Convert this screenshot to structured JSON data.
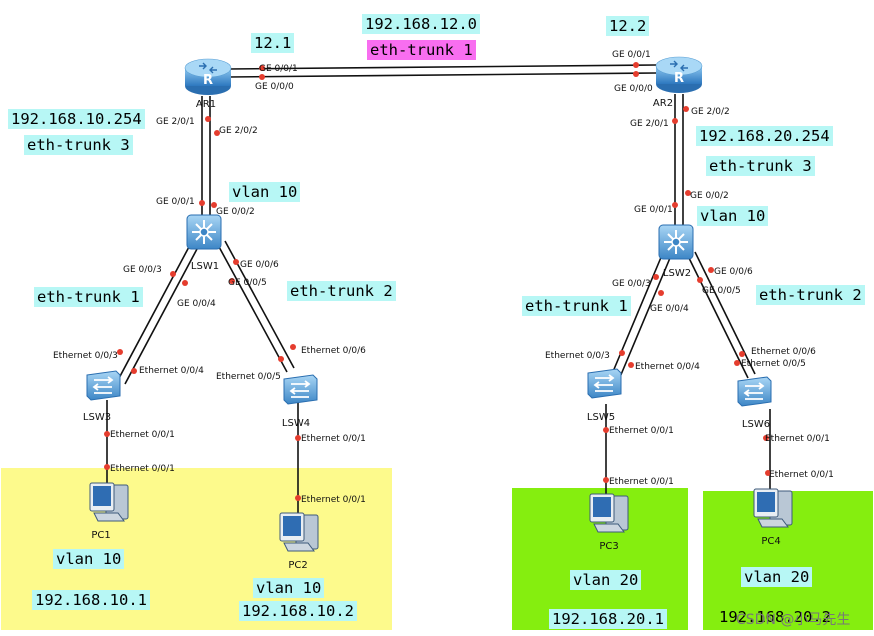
{
  "devices": {
    "ar1": "AR1",
    "ar2": "AR2",
    "lsw1": "LSW1",
    "lsw2": "LSW2",
    "lsw3": "LSW3",
    "lsw4": "LSW4",
    "lsw5": "LSW5",
    "lsw6": "LSW6",
    "pc1": "PC1",
    "pc2": "PC2",
    "pc3": "PC3",
    "pc4": "PC4"
  },
  "ports": {
    "ar1_ge001": "GE 0/0/1",
    "ar1_ge000": "GE 0/0/0",
    "ar2_ge001": "GE 0/0/1",
    "ar2_ge000": "GE 0/0/0",
    "ar1_ge201": "GE 2/0/1",
    "ar1_ge202": "GE 2/0/2",
    "ar2_ge201": "GE 2/0/1",
    "ar2_ge202": "GE 2/0/2",
    "lsw1_ge001": "GE 0/0/1",
    "lsw1_ge002": "GE 0/0/2",
    "lsw1_ge003": "GE 0/0/3",
    "lsw1_ge004": "GE 0/0/4",
    "lsw1_ge005": "GE 0/0/5",
    "lsw1_ge006": "GE 0/0/6",
    "lsw2_ge001": "GE 0/0/1",
    "lsw2_ge002": "GE 0/0/2",
    "lsw2_ge003": "GE 0/0/3",
    "lsw2_ge004": "GE 0/0/4",
    "lsw2_ge005": "GE 0/0/5",
    "lsw2_ge006": "GE 0/0/6",
    "lsw3_e003": "Ethernet 0/0/3",
    "lsw3_e004": "Ethernet 0/0/4",
    "lsw3_e001": "Ethernet 0/0/1",
    "pc1_e001": "Ethernet 0/0/1",
    "lsw4_e005": "Ethernet 0/0/5",
    "lsw4_e006": "Ethernet 0/0/6",
    "lsw4_e001": "Ethernet 0/0/1",
    "pc2_e001": "Ethernet 0/0/1",
    "lsw5_e003": "Ethernet 0/0/3",
    "lsw5_e004": "Ethernet 0/0/4",
    "lsw5_e001": "Ethernet 0/0/1",
    "pc3_e001": "Ethernet 0/0/1",
    "lsw6_e006": "Ethernet 0/0/6",
    "lsw6_e005": "Ethernet 0/0/5",
    "lsw6_e001": "Ethernet 0/0/1",
    "pc4_e001": "Ethernet 0/0/1"
  },
  "labels": {
    "net_12": "192.168.12.0",
    "trunk_top": "eth-trunk 1",
    "ar1_ip": "12.1",
    "ar2_ip": "12.2",
    "ar1_lan_ip": "192.168.10.254",
    "ar1_trunk": "eth-trunk 3",
    "ar2_lan_ip": "192.168.20.254",
    "ar2_trunk": "eth-trunk 3",
    "lsw1_vlan": "vlan 10",
    "lsw2_vlan": "vlan 10",
    "lsw1_trunk1": "eth-trunk 1",
    "lsw1_trunk2": "eth-trunk 2",
    "lsw2_trunk1": "eth-trunk 1",
    "lsw2_trunk2": "eth-trunk 2",
    "pc1_vlan": "vlan 10",
    "pc1_ip": "192.168.10.1",
    "pc2_vlan": "vlan 10",
    "pc2_ip": "192.168.10.2",
    "pc3_vlan": "vlan 20",
    "pc3_ip": "192.168.20.1",
    "pc4_vlan": "vlan 20",
    "pc4_ip": "192.168.20.2"
  },
  "watermark": "CSDN @小马先生",
  "colors": {
    "vlan10_zone": "#fdfa8c",
    "vlan20_zone": "#85ee0f",
    "label_bg": "#b7f7f5",
    "trunk_highlight": "#f86ef0",
    "port_dot": "#e53d2e",
    "device_blue": "#3a86c8"
  }
}
